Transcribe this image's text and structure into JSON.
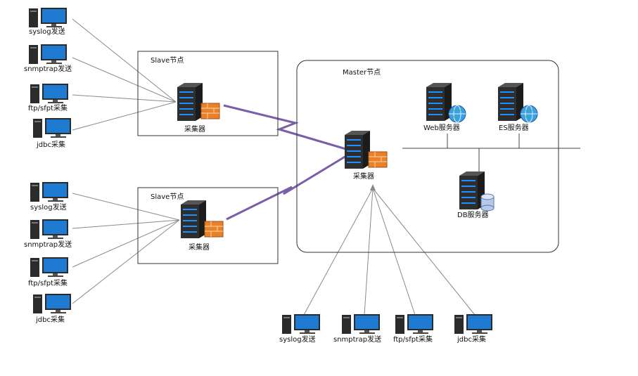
{
  "colors": {
    "line": "#8a8a8a",
    "wan": "#7b5ea8",
    "box": "#333333",
    "server_body": "#2e2e2e",
    "server_led": "#1e90ff",
    "firewall": "#e8822a",
    "monitor": "#1f7bd1",
    "globe": "#3aa0e8",
    "db": "#b7c9ea"
  },
  "slave_top": {
    "title": "Slave节点",
    "collector_label": "采集器",
    "clients": [
      "syslog发送",
      "snmptrap发送",
      "ftp/sfpt采集",
      "jdbc采集"
    ]
  },
  "slave_bottom": {
    "title": "Slave节点",
    "collector_label": "采集器",
    "clients": [
      "syslog发送",
      "snmptrap发送",
      "ftp/sfpt采集",
      "jdbc采集"
    ]
  },
  "master": {
    "title": "Master节点",
    "collector_label": "采集器",
    "web_server_label": "Web服务器",
    "es_server_label": "ES服务器",
    "db_server_label": "DB服务器"
  },
  "bottom_clients": [
    "syslog发送",
    "snmptrap发送",
    "ftp/sfpt采集",
    "jdbc采集"
  ],
  "icons": {
    "pc": "desktop-pc-icon",
    "server": "rack-server-icon",
    "firewall": "firewall-icon",
    "web": "globe-icon",
    "db": "database-cylinder-icon"
  }
}
